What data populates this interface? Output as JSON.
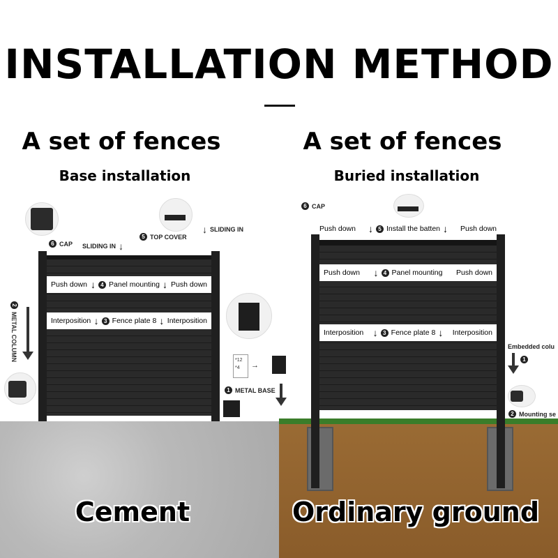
{
  "title": "INSTALLATION METHOD",
  "left": {
    "heading": "A set of fences",
    "subheading": "Base installation",
    "ground_label": "Cement",
    "labels": {
      "cap": "CAP",
      "cap_num": "6",
      "sliding_in_1": "SLIDING IN",
      "top_cover": "TOP COVER",
      "top_cover_num": "5",
      "sliding_in_2": "SLIDING IN",
      "metal_column": "METAL COLUMN",
      "metal_column_num": "2",
      "metal_base": "METAL BASE",
      "metal_base_num": "1",
      "screws_a": "*12",
      "screws_b": "*4"
    },
    "bands": [
      {
        "left": "Push down",
        "num": "4",
        "mid": "Panel mounting",
        "right": "Push down"
      },
      {
        "left": "Interposition",
        "num": "3",
        "mid": "Fence plate 8",
        "right": "Interposition"
      }
    ]
  },
  "right": {
    "heading": "A set of fences",
    "subheading": "Buried installation",
    "ground_label": "Ordinary ground",
    "labels": {
      "cap": "CAP",
      "cap_num": "6",
      "embedded_column": "Embedded colu",
      "embedded_num": "1",
      "mounting": "Mounting se",
      "mounting_num": "2"
    },
    "bands": [
      {
        "left": "Push down",
        "num": "5",
        "mid": "Install the batten",
        "right": "Push down"
      },
      {
        "left": "Push down",
        "num": "4",
        "mid": "Panel mounting",
        "right": "Push down"
      },
      {
        "left": "Interposition",
        "num": "3",
        "mid": "Fence plate 8",
        "right": "Interposition"
      }
    ]
  }
}
